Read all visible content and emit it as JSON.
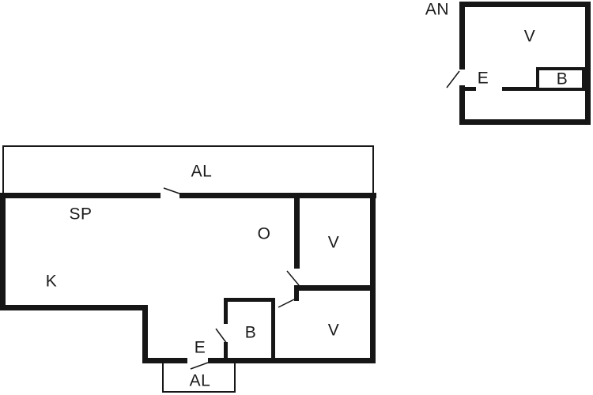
{
  "plan": {
    "background": "#ffffff",
    "wall_color": "#161616",
    "text_color": "#1b1b1b",
    "annex": {
      "title": "AN",
      "rooms": {
        "v": "V",
        "e": "E",
        "b": "B"
      }
    },
    "main": {
      "rooms": {
        "al_top": "AL",
        "sp": "SP",
        "o": "O",
        "v_top": "V",
        "k": "K",
        "b": "B",
        "e": "E",
        "v_bottom": "V",
        "al_bottom": "AL"
      }
    }
  }
}
